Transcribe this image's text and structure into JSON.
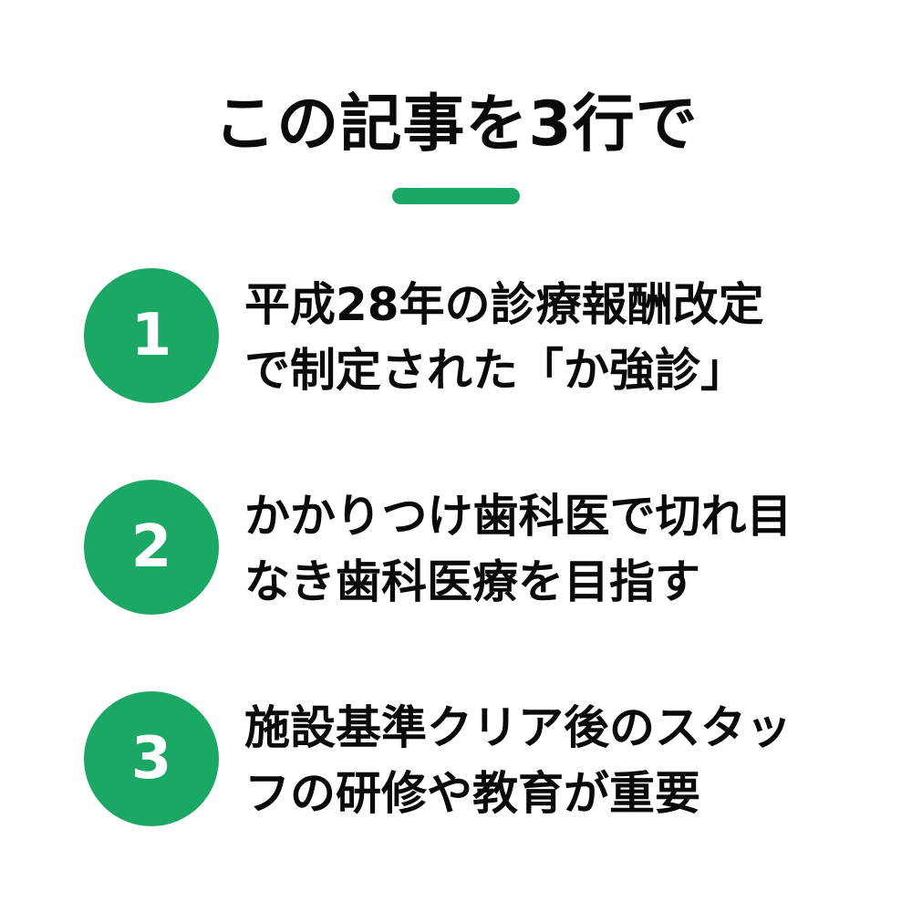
{
  "title": "この記事を3行で",
  "colors": {
    "accent": "#1aa864",
    "text": "#0a0a0a",
    "background": "#ffffff"
  },
  "items": [
    {
      "number": "1",
      "lines": [
        "平成28年の診療報酬改定",
        "で制定された「か強診」"
      ]
    },
    {
      "number": "2",
      "lines": [
        "かかりつけ歯科医で切れ目",
        "なき歯科医療を目指す"
      ]
    },
    {
      "number": "3",
      "lines": [
        "施設基準クリア後のスタッ",
        "フの研修や教育が重要"
      ]
    }
  ]
}
